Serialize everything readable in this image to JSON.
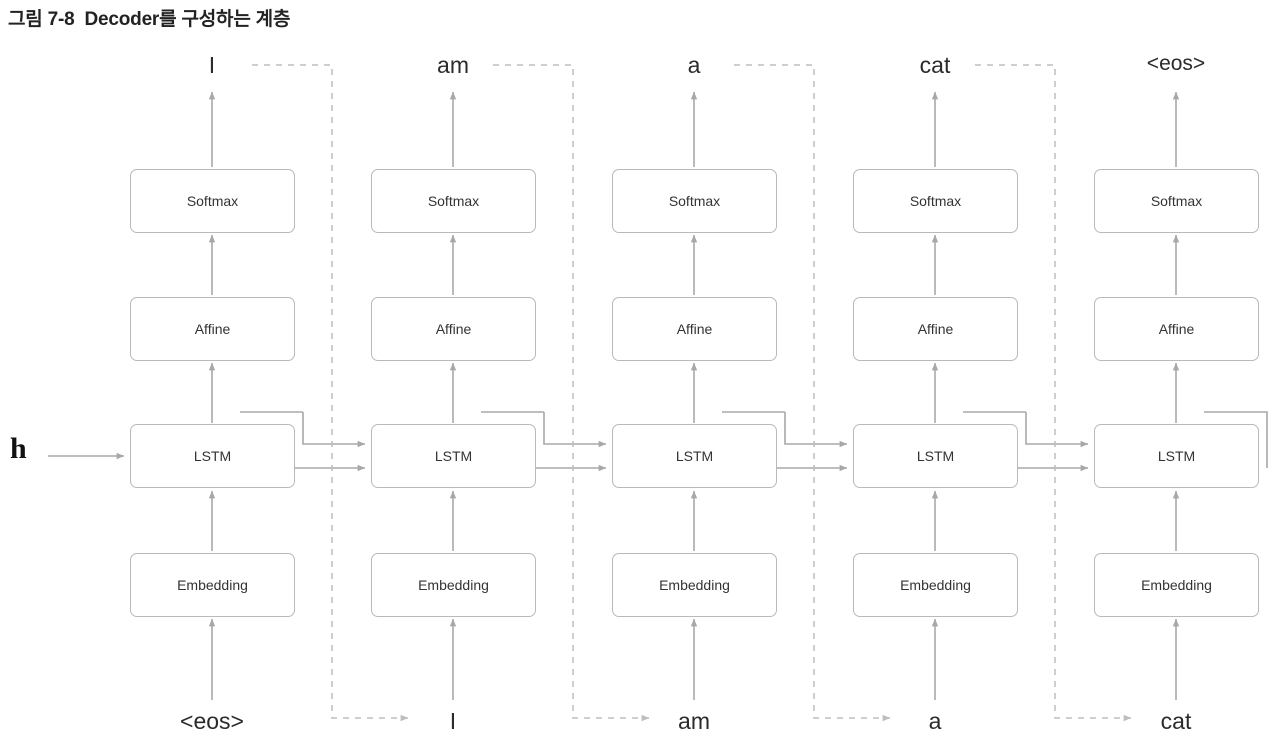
{
  "caption": {
    "figure_number": "그림 7-8",
    "title": "Decoder를 구성하는 계층"
  },
  "diagram": {
    "hidden_state_label": "h",
    "layer_names": {
      "embedding": "Embedding",
      "lstm": "LSTM",
      "affine": "Affine",
      "softmax": "Softmax"
    },
    "colors": {
      "box_border": "#b9b9b9",
      "arrow": "#a8a8a8",
      "dashed_arrow": "#bdbdbd",
      "text": "#333333"
    },
    "timesteps": [
      {
        "input_token": "<eos>",
        "output_token": "I"
      },
      {
        "input_token": "I",
        "output_token": "am"
      },
      {
        "input_token": "am",
        "output_token": "a"
      },
      {
        "input_token": "a",
        "output_token": "cat"
      },
      {
        "input_token": "cat",
        "output_token": "<eos>"
      }
    ]
  }
}
